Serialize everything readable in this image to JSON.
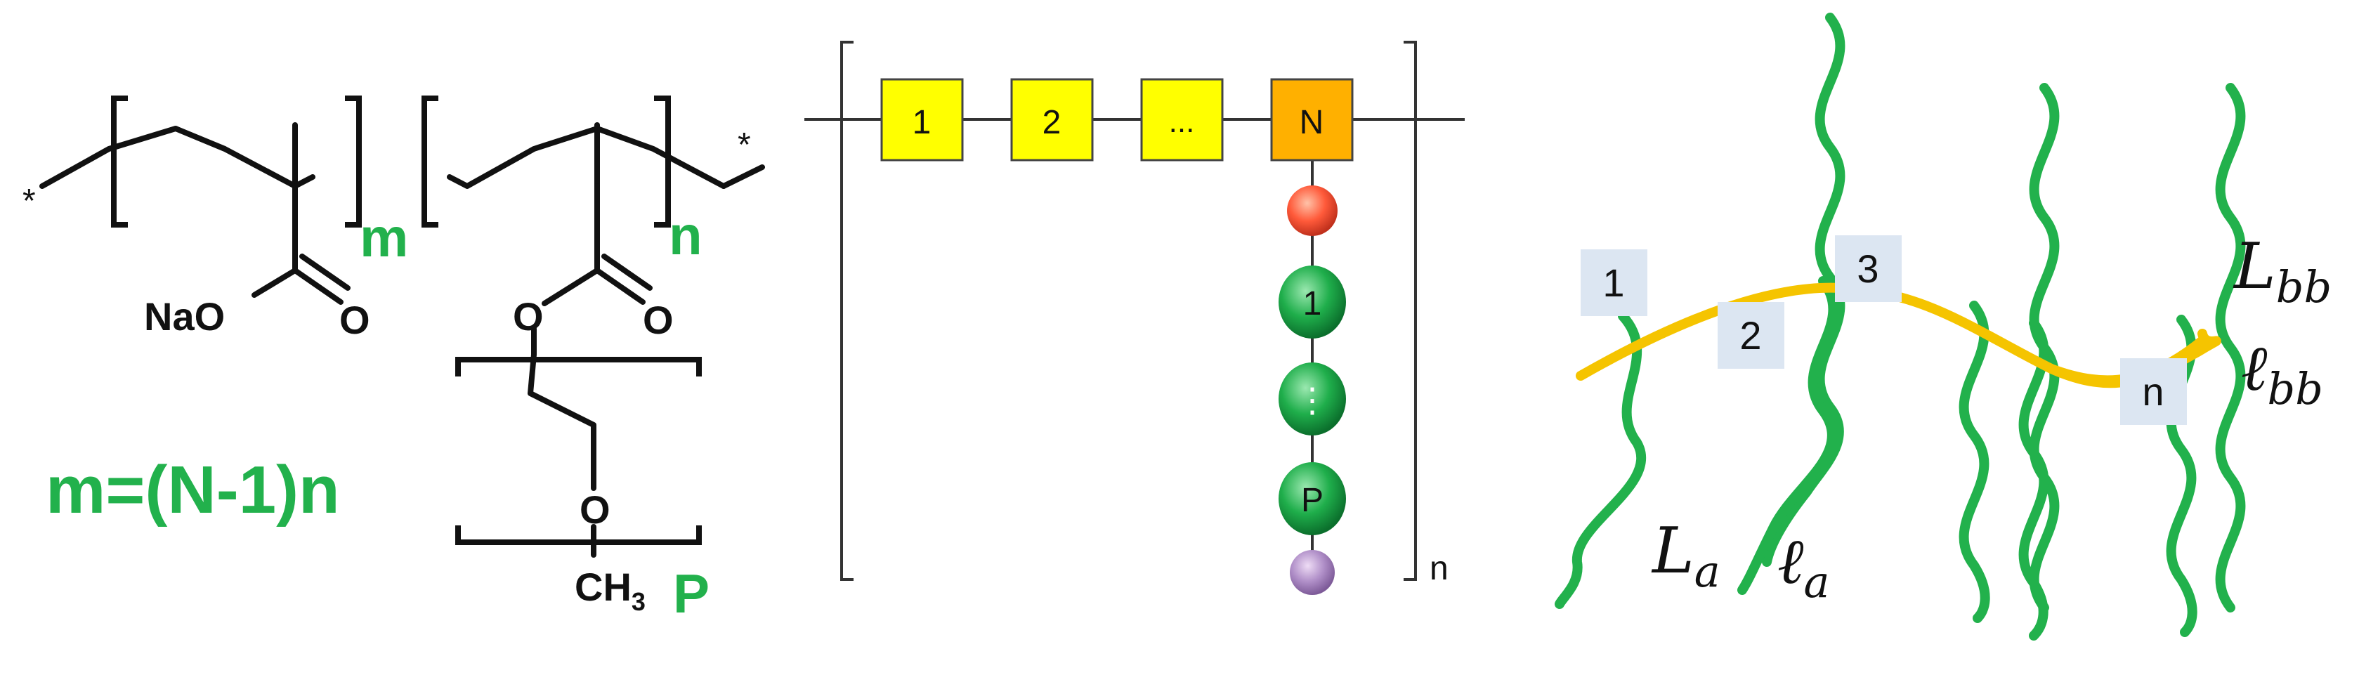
{
  "chemical_structure": {
    "end_group_left": "*",
    "end_group_right": "*",
    "subscript_m": "m",
    "subscript_n": "n",
    "group_left": "NaO",
    "oxygen_carbonyl_left": "O",
    "oxygen_ester": "O",
    "oxygen_carbonyl_right": "O",
    "oxygen_ether": "O",
    "methyl": "CH",
    "methyl_subscript": "3",
    "peg_subscript": "P",
    "relation": "m=(N-1)n"
  },
  "schematic": {
    "backbone_units": [
      "1",
      "2",
      "...",
      "N"
    ],
    "side_chain_units": [
      "1",
      "⋮",
      "P"
    ],
    "repeat_subscript": "n"
  },
  "brush": {
    "segment_labels": [
      "1",
      "2",
      "3",
      "n"
    ],
    "backbone_length_label": "L",
    "backbone_length_sub": "bb",
    "backbone_kuhn_label": "ℓ",
    "backbone_kuhn_sub": "bb",
    "arm_length_label": "L",
    "arm_length_sub": "a",
    "arm_kuhn_label": "ℓ",
    "arm_kuhn_sub": "a"
  },
  "colors": {
    "green": "#22b14c",
    "yellow_box": "#ffff00",
    "orange_box": "#ffb000",
    "backbone_curve": "#f5c400",
    "label_box": "#dce6f2",
    "ink": "#111111"
  }
}
